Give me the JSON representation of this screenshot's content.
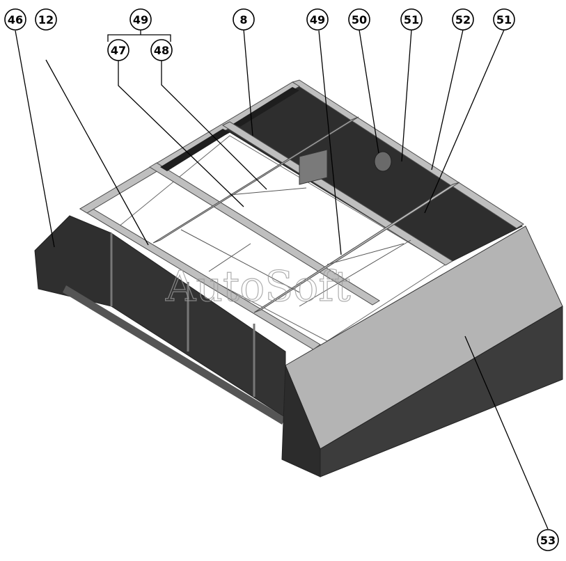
{
  "watermark": "AutoSoft",
  "labels": {
    "c46": "46",
    "c12": "12",
    "c49_top": "49",
    "c47": "47",
    "c48": "48",
    "c8": "8",
    "c49_right": "49",
    "c50": "50",
    "c51_a": "51",
    "c52": "52",
    "c51_b": "51",
    "c53": "53"
  },
  "colors": {
    "dark_panel": "#3a3a3a",
    "mid_panel": "#8f8f8f",
    "light_panel": "#b8b8b8",
    "frame": "#c4c4c4",
    "floor": "#ffffff"
  }
}
